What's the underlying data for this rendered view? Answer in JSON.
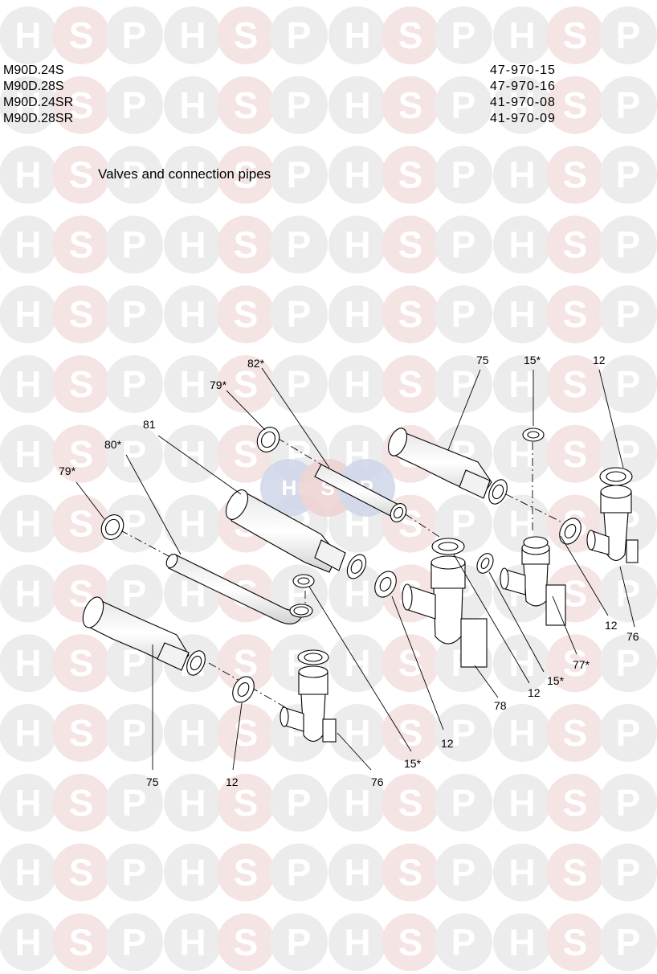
{
  "watermark": {
    "letters": [
      "H",
      "S",
      "P"
    ],
    "colors": {
      "h": "#ececec",
      "s": "#f5e4e4",
      "p": "#ececec",
      "text": "#ffffff"
    }
  },
  "header": {
    "models": [
      "M90D.24S",
      "M90D.28S",
      "M90D.24SR",
      "M90D.28SR"
    ],
    "codes": [
      "47-970-15",
      "47-970-16",
      "41-970-08",
      "41-970-09"
    ]
  },
  "title": "Valves and connection pipes",
  "part_labels": [
    "82*",
    "79*",
    "81",
    "80*",
    "79*",
    "75",
    "15*",
    "12",
    "12",
    "76",
    "77*",
    "15*",
    "12",
    "78",
    "12",
    "15*",
    "75",
    "12",
    "76"
  ],
  "center_logo": {
    "letters": [
      "H",
      "S",
      "P"
    ],
    "colors": [
      "#cfd6e8",
      "#efd2d2",
      "#cfd6e8"
    ]
  }
}
